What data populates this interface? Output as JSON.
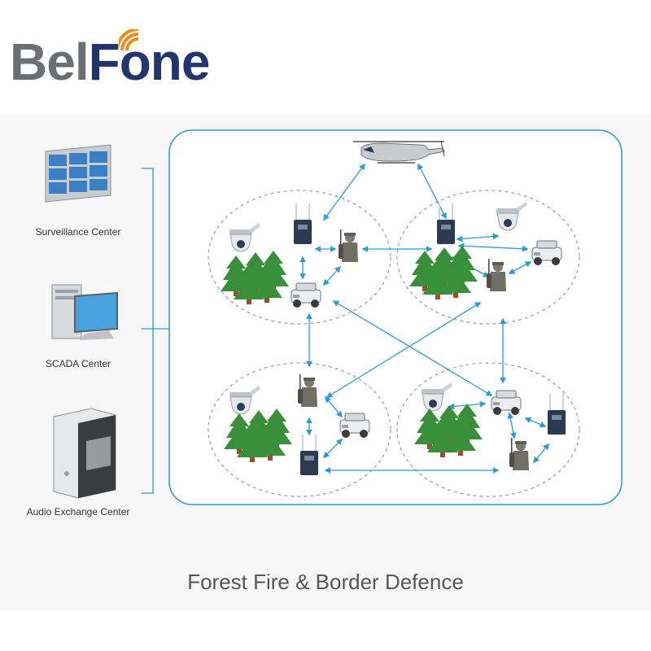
{
  "logo": {
    "part1": "Bel",
    "part2": "Fone",
    "colors": {
      "bel": "#6d6e71",
      "fone": "#23356f",
      "signal": "#f08a1d"
    }
  },
  "centers": [
    {
      "label": "Surveillance Center",
      "icon": "video-wall-icon"
    },
    {
      "label": "SCADA Center",
      "icon": "desktop-computer-icon"
    },
    {
      "label": "Audio Exchange Center",
      "icon": "server-tower-icon"
    }
  ],
  "network": {
    "link_color": "#2b9bd3",
    "aerial_unit": "helicopter-icon",
    "zones": [
      {
        "id": "top-left",
        "icons": [
          "dome-camera-icon",
          "radio-repeater-icon",
          "soldier-radio-icon",
          "forest-icon",
          "vehicle-icon"
        ]
      },
      {
        "id": "top-right",
        "icons": [
          "dome-camera-icon",
          "radio-repeater-icon",
          "soldier-radio-icon",
          "forest-icon",
          "vehicle-icon"
        ]
      },
      {
        "id": "bottom-left",
        "icons": [
          "dome-camera-icon",
          "radio-repeater-icon",
          "soldier-radio-icon",
          "forest-icon",
          "vehicle-icon"
        ]
      },
      {
        "id": "bottom-right",
        "icons": [
          "dome-camera-icon",
          "radio-repeater-icon",
          "soldier-radio-icon",
          "forest-icon",
          "vehicle-icon"
        ]
      }
    ]
  },
  "caption": {
    "text": "Forest Fire & Border Defence"
  }
}
